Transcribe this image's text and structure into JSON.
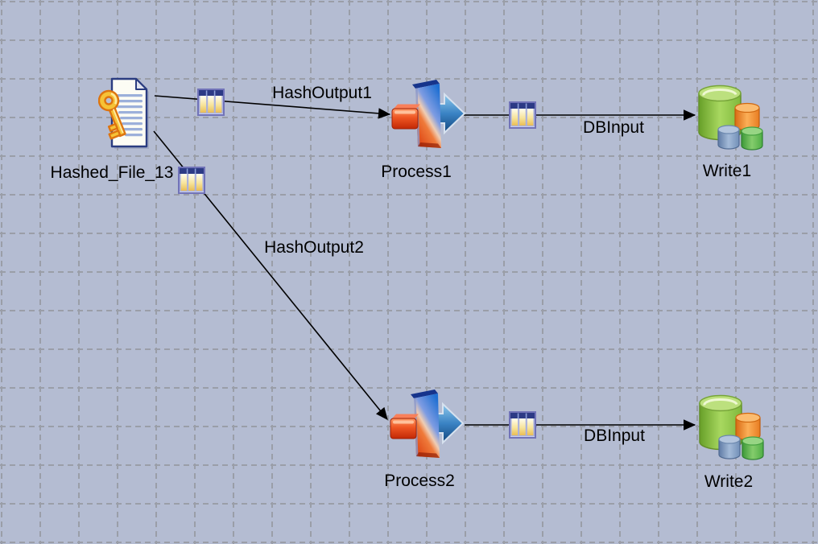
{
  "canvas": {
    "background_color": "#b4bcd2",
    "grid_color": "#9a9ea8",
    "link_color": "#000000"
  },
  "icons": {
    "hashed_file": "key-document-icon",
    "transformer": "transform-arrows-icon",
    "database": "database-cylinders-icon",
    "link_marker": "table-columns-icon"
  },
  "nodes": [
    {
      "label": "Hashed_File_13",
      "type": "hashed-file-stage"
    },
    {
      "label": "Process1",
      "type": "transformer-stage"
    },
    {
      "label": "Write1",
      "type": "database-stage"
    },
    {
      "label": "Process2",
      "type": "transformer-stage"
    },
    {
      "label": "Write2",
      "type": "database-stage"
    }
  ],
  "links": [
    {
      "label": "HashOutput1",
      "from": "Hashed_File_13",
      "to": "Process1"
    },
    {
      "label": "HashOutput2",
      "from": "Hashed_File_13",
      "to": "Process2"
    },
    {
      "label": "DBInput",
      "from": "Process1",
      "to": "Write1"
    },
    {
      "label": "DBInput",
      "from": "Process2",
      "to": "Write2"
    }
  ]
}
